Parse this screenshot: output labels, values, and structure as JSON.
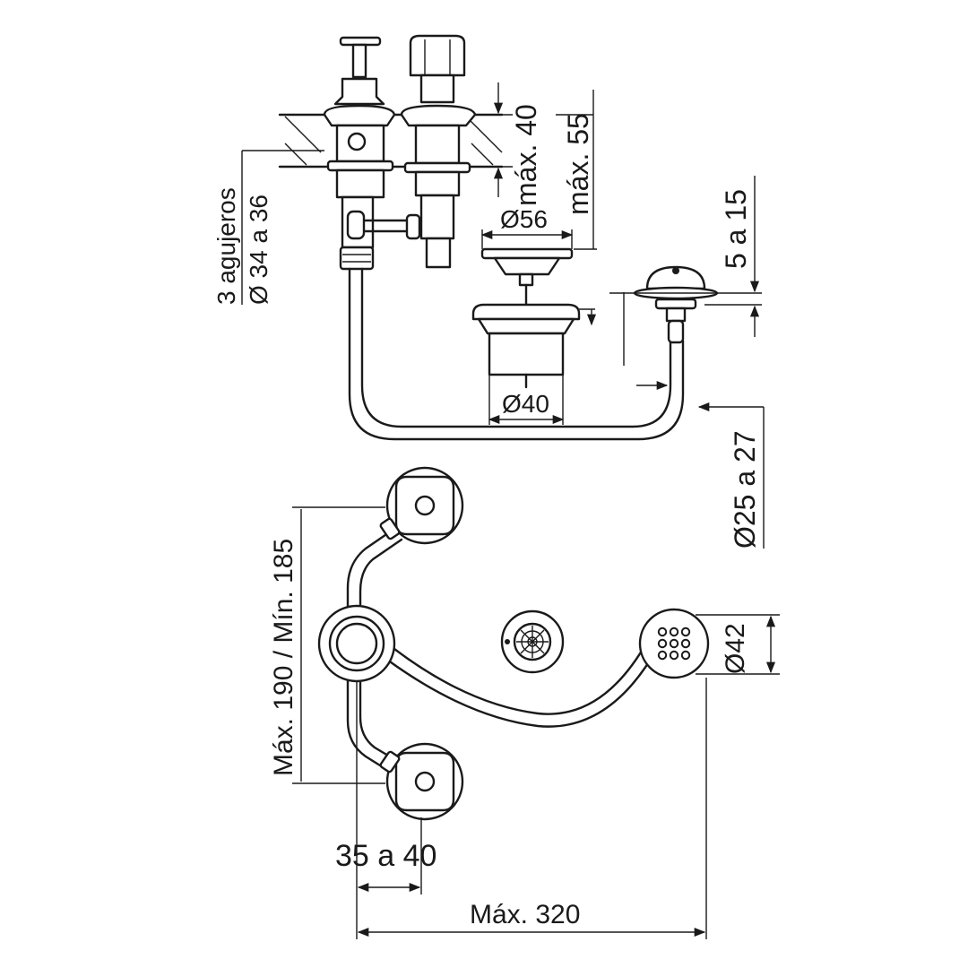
{
  "labels": {
    "holes": "3 agujeros",
    "holes_diameter": "Ø 34 a 36",
    "max40": "máx. 40",
    "max55": "máx. 55",
    "d56": "Ø56",
    "d40": "Ø40",
    "range5_15": "5 a 15",
    "d25_27": "Ø25 a 27",
    "max190_min185": "Máx. 190 / Mín. 185",
    "d42": "Ø42",
    "range35_40": "35 a 40",
    "max320": "Máx. 320"
  }
}
